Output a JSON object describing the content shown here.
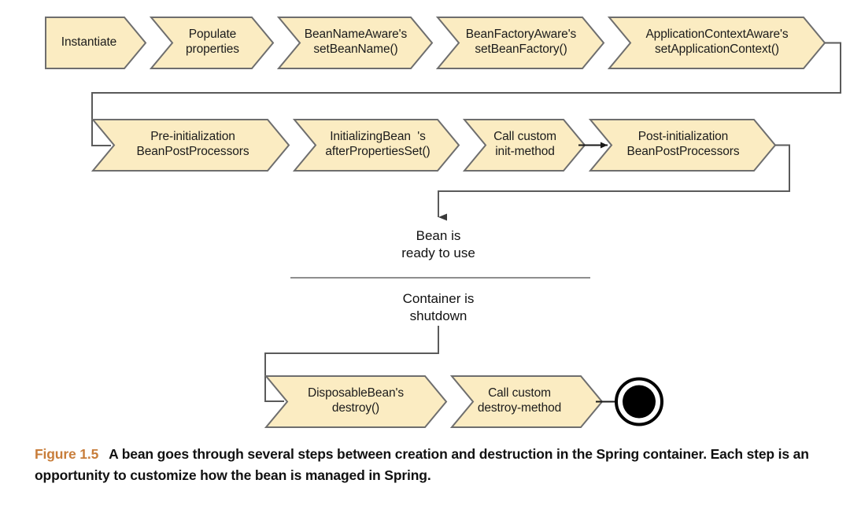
{
  "figure": {
    "number": "Figure 1.5",
    "caption": "A bean goes through several steps between creation and destruction in the Spring container. Each step is an opportunity to customize how the bean is managed in Spring.",
    "caption_line_1": "A bean goes through several steps between creation and destruction in the Spring",
    "caption_line_2": "container. Each step is an opportunity to customize how the bean is managed in Spring.",
    "number_color": "#c87d3a",
    "text_color": "#111111"
  },
  "style": {
    "chevron_fill": "#fbecc2",
    "chevron_stroke": "#6e6e6e",
    "connector_stroke": "#5a5a5a",
    "final_node_fill": "#000000",
    "background": "#ffffff"
  },
  "diagram": {
    "title": "Spring bean lifecycle",
    "rows": [
      {
        "name": "creation-row",
        "steps": [
          {
            "id": "instantiate",
            "lines": [
              "Instantiate"
            ]
          },
          {
            "id": "populate-properties",
            "lines": [
              "Populate",
              "properties"
            ]
          },
          {
            "id": "set-bean-name",
            "lines": [
              "BeanNameAware's",
              "setBeanName()"
            ]
          },
          {
            "id": "set-bean-factory",
            "lines": [
              "BeanFactoryAware's",
              "setBeanFactory()"
            ]
          },
          {
            "id": "set-application-context",
            "lines": [
              "ApplicationContextAware's",
              "setApplicationContext()"
            ]
          }
        ]
      },
      {
        "name": "initialization-row",
        "steps": [
          {
            "id": "pre-initialization",
            "lines": [
              "Pre-initialization",
              "BeanPostProcessors"
            ]
          },
          {
            "id": "after-properties-set",
            "lines": [
              "InitializingBean  's",
              "afterPropertiesSet()"
            ]
          },
          {
            "id": "call-custom-init",
            "lines": [
              "Call custom",
              "init-method"
            ]
          },
          {
            "id": "post-initialization",
            "lines": [
              "Post-initialization",
              "BeanPostProcessors"
            ]
          }
        ]
      },
      {
        "name": "destruction-row",
        "steps": [
          {
            "id": "disposable-bean-destroy",
            "lines": [
              "DisposableBean's",
              "destroy()"
            ]
          },
          {
            "id": "call-custom-destroy",
            "lines": [
              "Call custom",
              "destroy-method"
            ]
          }
        ]
      }
    ],
    "states": [
      {
        "id": "bean-ready",
        "lines": [
          "Bean is",
          "ready to use"
        ]
      },
      {
        "id": "container-shutdown",
        "lines": [
          "Container is",
          "shutdown"
        ]
      }
    ],
    "final_node": {
      "id": "final-state",
      "label": "final-state"
    }
  }
}
